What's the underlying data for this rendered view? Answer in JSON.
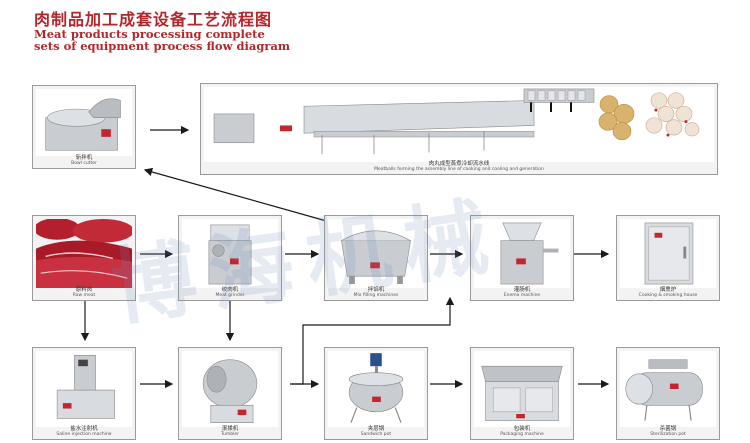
{
  "title": {
    "cn": "肉制品加工成套设备工艺流程图",
    "en": "Meat products processing complete sets of equipment process flow diagram"
  },
  "steps": {
    "bowl_cutter": {
      "cn": "斩拌机",
      "en": "Bowl cutter"
    },
    "meatball_line": {
      "cn": "肉丸成型蒸煮冷却流水线",
      "en": "Meatballs forming the assembly line of cooking and cooling and generation"
    },
    "raw_meat": {
      "cn": "原料肉",
      "en": "Raw meat"
    },
    "meat_grinder": {
      "cn": "绞肉机",
      "en": "Meat grinder"
    },
    "mix_filling": {
      "cn": "拌馅机",
      "en": "Mix filling machines"
    },
    "enema": {
      "cn": "灌肠机",
      "en": "Enema machine"
    },
    "smokehouse": {
      "cn": "烟熏炉",
      "en": "Cooking & smoking house"
    },
    "saline_injection": {
      "cn": "盐水注射机",
      "en": "Saline injection machine"
    },
    "tumbler": {
      "cn": "滚揉机",
      "en": "Tumbler"
    },
    "sandwich_pot": {
      "cn": "夹层锅",
      "en": "Sandwich pot"
    },
    "packaging": {
      "cn": "包装机",
      "en": "Packaging machine"
    },
    "sterilization": {
      "cn": "杀菌锅",
      "en": "Sterilization pot"
    }
  },
  "watermark": "博海机械",
  "colors": {
    "title": "#b3262a",
    "arrow": "#1a1a1a",
    "steel": "#c9cdd2",
    "logo": "#c4262e"
  }
}
